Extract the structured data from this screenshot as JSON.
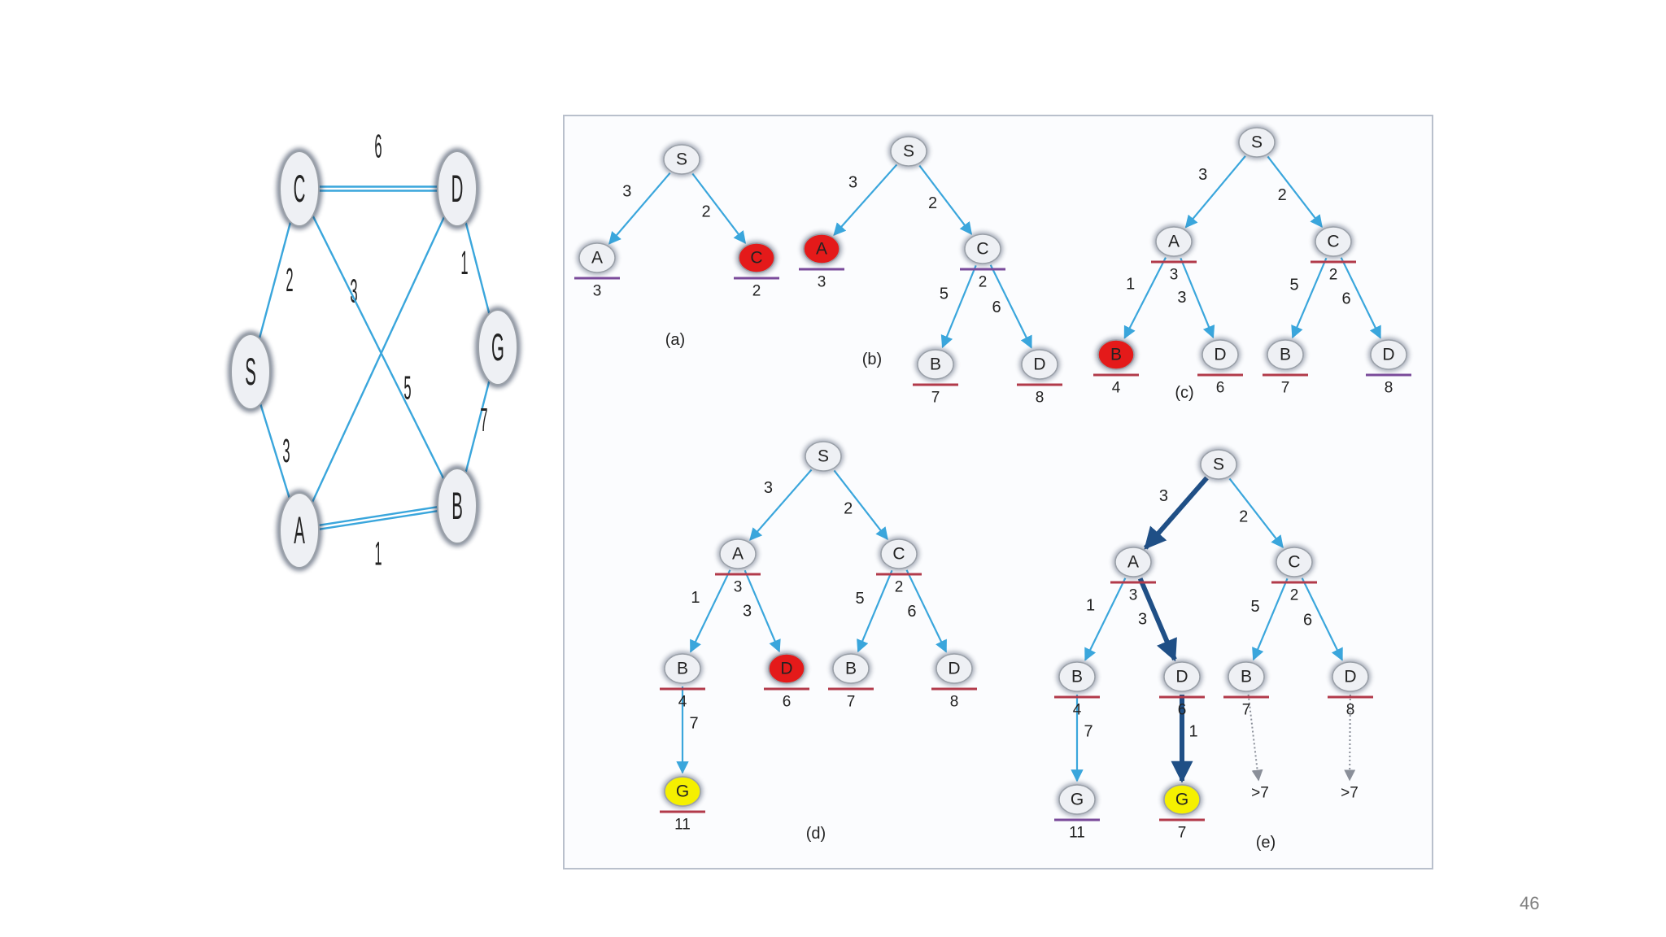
{
  "slide": {
    "page_number": "46"
  },
  "colors": {
    "edge": "#3aa6dc",
    "edge_bold": "#1f4f86",
    "dotted": "#8a8f99",
    "underline_red": "#b23a4a",
    "underline_purple": "#7a4a9a",
    "node_fill": "#eef0f4",
    "node_stroke": "#9aa0a8",
    "expanded": "#e41a1a",
    "goal": "#f5f000",
    "frame": "#b9c0cc",
    "text": "#222222"
  },
  "graph": {
    "nodes": [
      {
        "id": "C",
        "label": "C"
      },
      {
        "id": "D",
        "label": "D"
      },
      {
        "id": "S",
        "label": "S"
      },
      {
        "id": "G",
        "label": "G"
      },
      {
        "id": "A",
        "label": "A"
      },
      {
        "id": "B",
        "label": "B"
      }
    ],
    "edges": [
      {
        "from": "C",
        "to": "D",
        "weight": "6",
        "double": true
      },
      {
        "from": "S",
        "to": "C",
        "weight": "2"
      },
      {
        "from": "S",
        "to": "A",
        "weight": "3"
      },
      {
        "from": "A",
        "to": "D",
        "weight": "3"
      },
      {
        "from": "C",
        "to": "B",
        "weight": "5"
      },
      {
        "from": "D",
        "to": "G",
        "weight": "1"
      },
      {
        "from": "B",
        "to": "G",
        "weight": "7"
      },
      {
        "from": "A",
        "to": "B",
        "weight": "1",
        "double": true
      }
    ]
  },
  "trees": [
    {
      "caption": "(a)",
      "nodes": [
        {
          "id": "S",
          "label": "S"
        },
        {
          "id": "A",
          "label": "A",
          "cost": "3",
          "u": "purple"
        },
        {
          "id": "C",
          "label": "C",
          "cost": "2",
          "state": "expanded",
          "u": "purple"
        }
      ],
      "edges": [
        {
          "from": "S",
          "to": "A",
          "w": "3"
        },
        {
          "from": "S",
          "to": "C",
          "w": "2"
        }
      ]
    },
    {
      "caption": "(b)",
      "nodes": [
        {
          "id": "S",
          "label": "S"
        },
        {
          "id": "A",
          "label": "A",
          "cost": "3",
          "state": "expanded",
          "u": "purple"
        },
        {
          "id": "C",
          "label": "C",
          "cost": "2",
          "u": "purple"
        },
        {
          "id": "B",
          "label": "B",
          "cost": "7",
          "u": "red"
        },
        {
          "id": "D",
          "label": "D",
          "cost": "8",
          "u": "red"
        }
      ],
      "edges": [
        {
          "from": "S",
          "to": "A",
          "w": "3"
        },
        {
          "from": "S",
          "to": "C",
          "w": "2"
        },
        {
          "from": "C",
          "to": "B",
          "w": "5"
        },
        {
          "from": "C",
          "to": "D",
          "w": "6"
        }
      ]
    },
    {
      "caption": "(c)",
      "nodes": [
        {
          "id": "S",
          "label": "S"
        },
        {
          "id": "A",
          "label": "A",
          "cost": "3",
          "u": "red"
        },
        {
          "id": "C",
          "label": "C",
          "cost": "2",
          "u": "red"
        },
        {
          "id": "B1",
          "label": "B",
          "cost": "4",
          "state": "expanded",
          "u": "red"
        },
        {
          "id": "D1",
          "label": "D",
          "cost": "6",
          "u": "red"
        },
        {
          "id": "B2",
          "label": "B",
          "cost": "7",
          "u": "red"
        },
        {
          "id": "D2",
          "label": "D",
          "cost": "8",
          "u": "purple"
        }
      ],
      "edges": [
        {
          "from": "S",
          "to": "A",
          "w": "3"
        },
        {
          "from": "S",
          "to": "C",
          "w": "2"
        },
        {
          "from": "A",
          "to": "B1",
          "w": "1"
        },
        {
          "from": "A",
          "to": "D1",
          "w": "3"
        },
        {
          "from": "C",
          "to": "B2",
          "w": "5"
        },
        {
          "from": "C",
          "to": "D2",
          "w": "6"
        }
      ]
    },
    {
      "caption": "(d)",
      "nodes": [
        {
          "id": "S",
          "label": "S"
        },
        {
          "id": "A",
          "label": "A",
          "cost": "3",
          "u": "red"
        },
        {
          "id": "C",
          "label": "C",
          "cost": "2",
          "u": "red"
        },
        {
          "id": "B1",
          "label": "B",
          "cost": "4",
          "u": "red"
        },
        {
          "id": "D1",
          "label": "D",
          "cost": "6",
          "state": "expanded",
          "u": "red"
        },
        {
          "id": "B2",
          "label": "B",
          "cost": "7",
          "u": "red"
        },
        {
          "id": "D2",
          "label": "D",
          "cost": "8",
          "u": "red"
        },
        {
          "id": "G",
          "label": "G",
          "cost": "11",
          "state": "goal",
          "u": "red"
        }
      ],
      "edges": [
        {
          "from": "S",
          "to": "A",
          "w": "3"
        },
        {
          "from": "S",
          "to": "C",
          "w": "2"
        },
        {
          "from": "A",
          "to": "B1",
          "w": "1"
        },
        {
          "from": "A",
          "to": "D1",
          "w": "3"
        },
        {
          "from": "C",
          "to": "B2",
          "w": "5"
        },
        {
          "from": "C",
          "to": "D2",
          "w": "6"
        },
        {
          "from": "B1",
          "to": "G",
          "w": "7"
        }
      ]
    },
    {
      "caption": "(e)",
      "nodes": [
        {
          "id": "S",
          "label": "S"
        },
        {
          "id": "A",
          "label": "A",
          "cost": "3",
          "u": "red"
        },
        {
          "id": "C",
          "label": "C",
          "cost": "2",
          "u": "red"
        },
        {
          "id": "B1",
          "label": "B",
          "cost": "4",
          "u": "red"
        },
        {
          "id": "D1",
          "label": "D",
          "cost": "6",
          "u": "red"
        },
        {
          "id": "B2",
          "label": "B",
          "cost": "7",
          "u": "red"
        },
        {
          "id": "D2",
          "label": "D",
          "cost": "8",
          "u": "red"
        },
        {
          "id": "G1",
          "label": "G",
          "cost": "11",
          "u": "purple"
        },
        {
          "id": "G2",
          "label": "G",
          "cost": "7",
          "state": "goal",
          "u": "red"
        },
        {
          "id": "X1",
          "label": ">7",
          "type": "text"
        },
        {
          "id": "X2",
          "label": ">7",
          "type": "text"
        }
      ],
      "edges": [
        {
          "from": "S",
          "to": "A",
          "w": "3",
          "bold": true
        },
        {
          "from": "S",
          "to": "C",
          "w": "2"
        },
        {
          "from": "A",
          "to": "B1",
          "w": "1"
        },
        {
          "from": "A",
          "to": "D1",
          "w": "3",
          "bold": true
        },
        {
          "from": "C",
          "to": "B2",
          "w": "5"
        },
        {
          "from": "C",
          "to": "D2",
          "w": "6"
        },
        {
          "from": "B1",
          "to": "G1",
          "w": "7"
        },
        {
          "from": "D1",
          "to": "G2",
          "w": "1",
          "bold": true
        },
        {
          "from": "B2",
          "to": "X1",
          "dotted": true
        },
        {
          "from": "D2",
          "to": "X2",
          "dotted": true
        }
      ]
    }
  ]
}
